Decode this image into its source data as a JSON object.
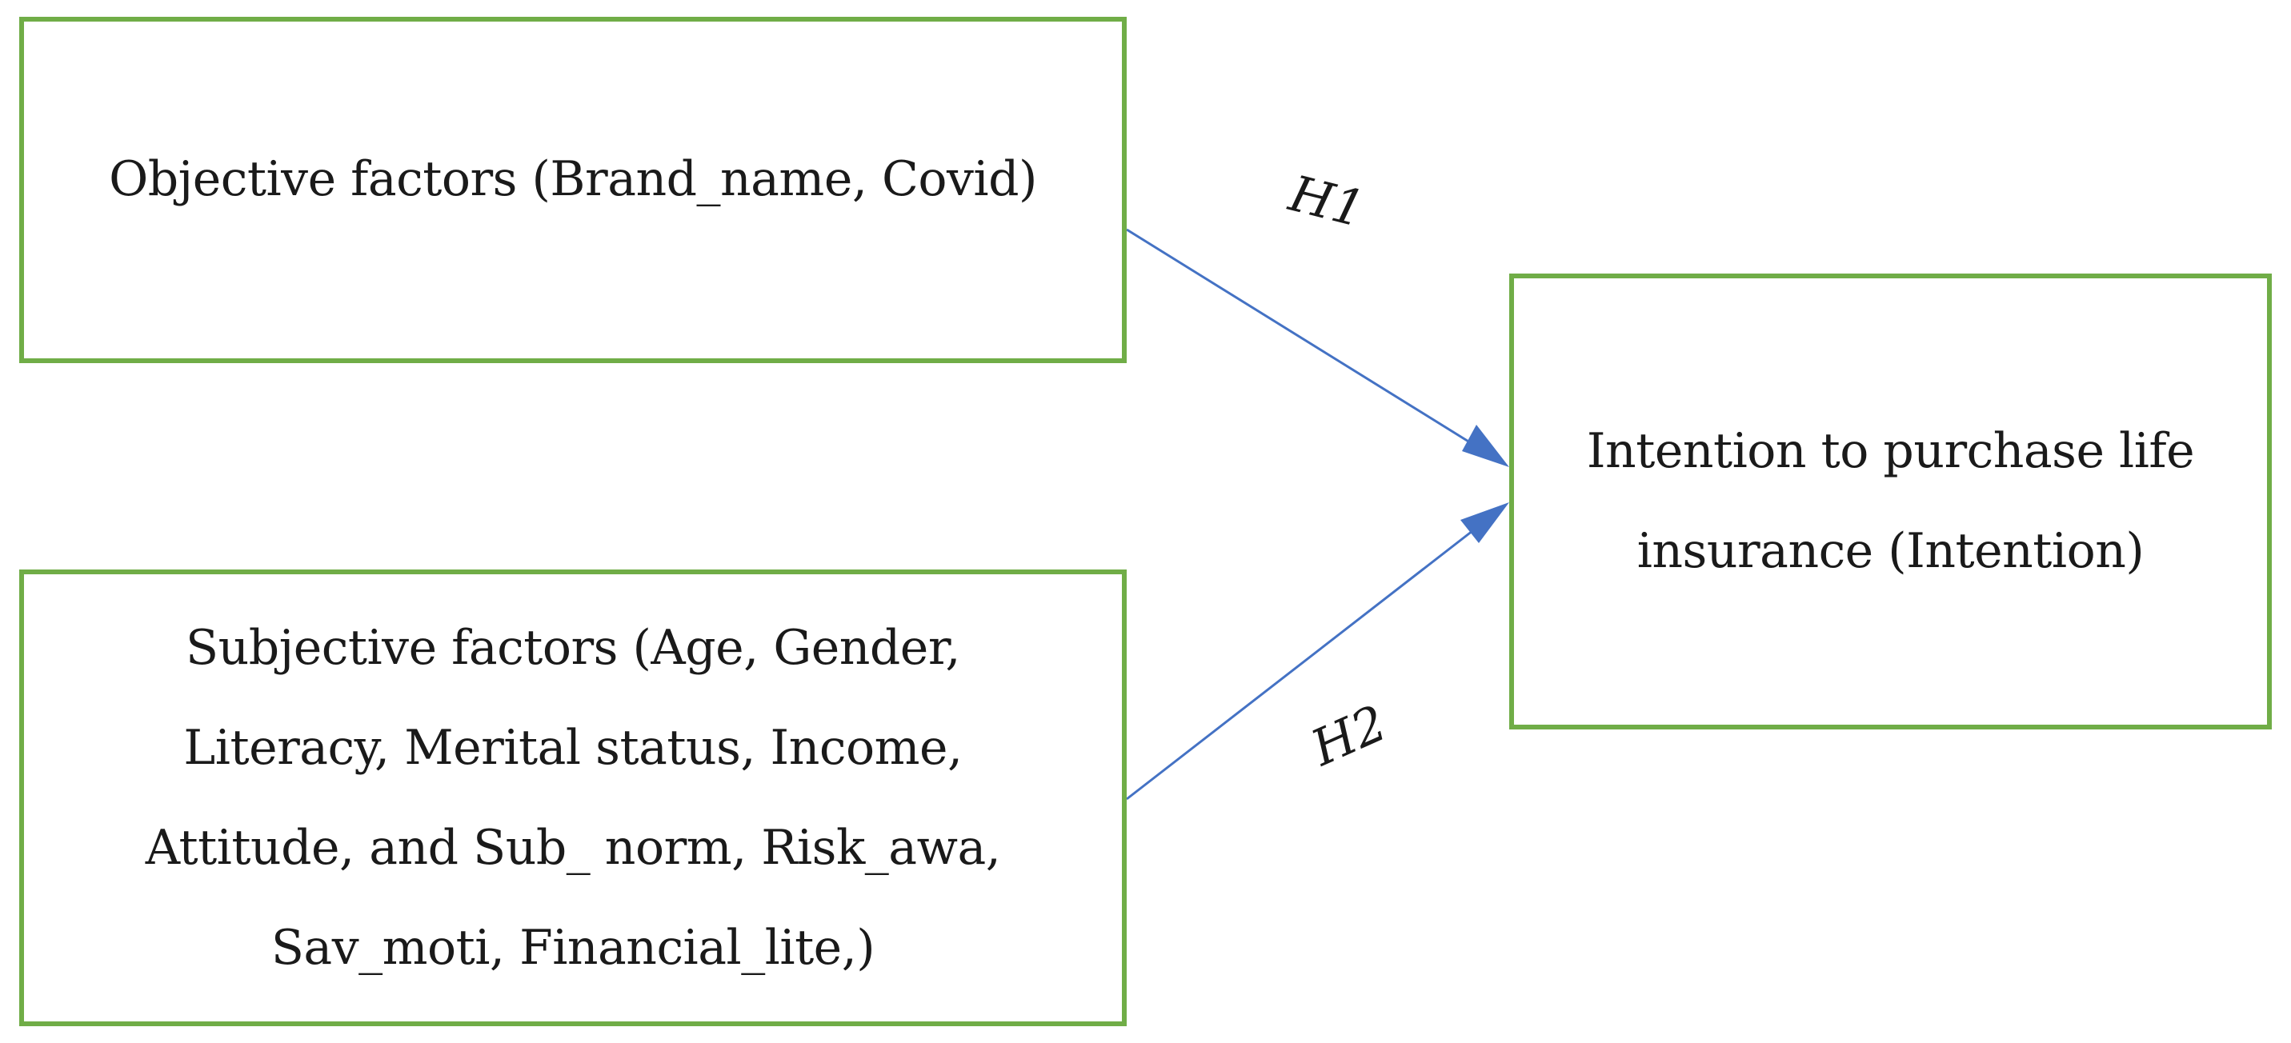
{
  "boxes": {
    "objective": "Objective factors (Brand_name, Covid)",
    "subjective": "Subjective factors (Age, Gender, Literacy, Merital status, Income, Attitude, and Sub_ norm, Risk_awa, Sav_moti, Financial_lite,)",
    "intention": "Intention to purchase life insurance (Intention)"
  },
  "hypotheses": {
    "h1": "H1",
    "h2": "H2"
  },
  "colors": {
    "box_border": "#70ad47",
    "arrow": "#4472c4",
    "text": "#1a1a1a"
  }
}
